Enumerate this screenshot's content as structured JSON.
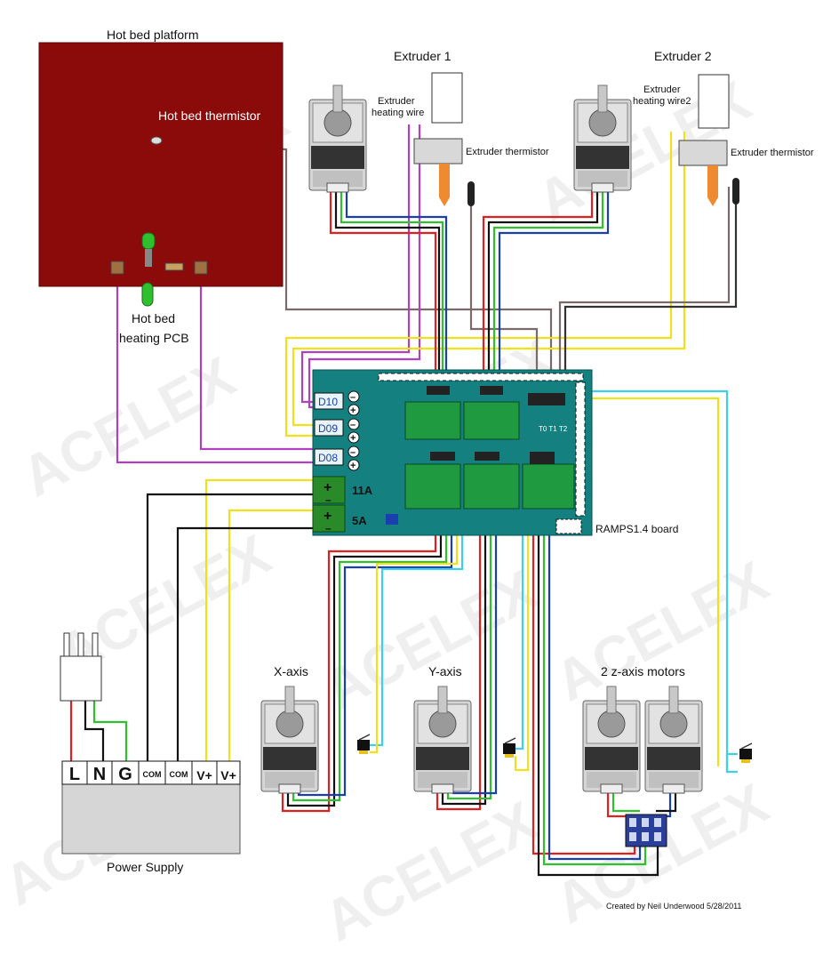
{
  "watermark": "ACELEX",
  "labels": {
    "hot_bed_platform": "Hot bed platform",
    "hot_bed_thermistor": "Hot bed thermistor",
    "hot_bed_pcb_line1": "Hot bed",
    "hot_bed_pcb_line2": "heating PCB",
    "extruder1_title": "Extruder 1",
    "extruder1_wire_line1": "Extruder",
    "extruder1_wire_line2": "heating wire",
    "extruder1_thermistor": "Extruder thermistor",
    "extruder2_title": "Extruder 2",
    "extruder2_wire_line1": "Extruder",
    "extruder2_wire_line2": "heating wire2",
    "extruder2_thermistor": "Extruder thermistor",
    "pin_d10": "D10",
    "pin_d09": "D09",
    "pin_d08": "D08",
    "power_11a": "11A",
    "power_5a": "5A",
    "ramps_board": "RAMPS1.4 board",
    "x_axis": "X-axis",
    "y_axis": "Y-axis",
    "z_axis": "2 z-axis motors",
    "power_supply": "Power Supply",
    "psu_terminals": [
      "L",
      "N",
      "G",
      "COM",
      "COM",
      "V+",
      "V+"
    ],
    "thermistor_pins": "T0 T1 T2",
    "credit": "Created by Neil Underwood 5/28/2011"
  },
  "colors": {
    "hot_bed": "#8b0a0a",
    "board": "#14807f",
    "terminal_green": "#2a8a2a",
    "wire_red": "#e02020",
    "wire_black": "#111111",
    "wire_green": "#2fbf2f",
    "wire_blue": "#1a3fb0",
    "wire_purple": "#b040c0",
    "wire_yellow": "#f2e11a",
    "wire_cyan": "#3fd0e8",
    "wire_gray": "#7a6a6a"
  }
}
